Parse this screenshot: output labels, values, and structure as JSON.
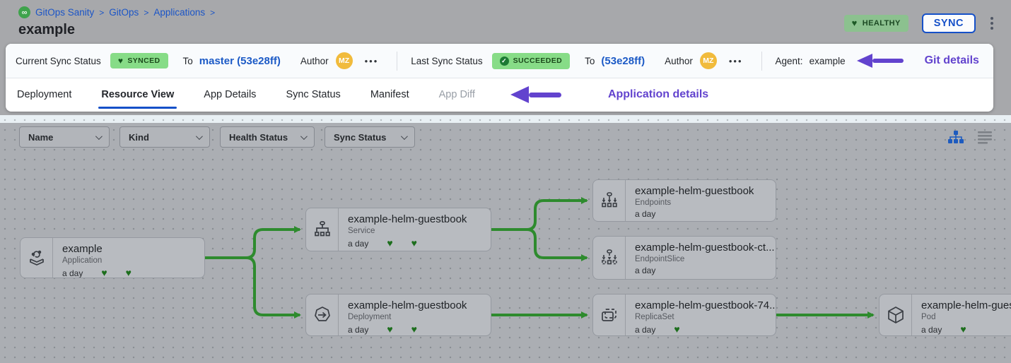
{
  "colors": {
    "accent_blue": "#1550c8",
    "link_blue": "#1c5ac6",
    "annotation_purple": "#6243ce",
    "edge_green": "#2e8b2e",
    "badge_green_bg": "#87dc87",
    "heart_green": "#1d6e1d",
    "avatar_yellow": "#f1bb3c"
  },
  "header": {
    "logo_glyph": "∞",
    "breadcrumb": {
      "items": [
        "GitOps Sanity",
        "GitOps",
        "Applications"
      ],
      "separator": ">"
    },
    "title": "example",
    "health_badge": {
      "label": "HEALTHY"
    },
    "sync_button": {
      "label": "SYNC"
    }
  },
  "status_bar": {
    "current_sync": {
      "label": "Current Sync Status",
      "status": "SYNCED",
      "to_label": "To",
      "target": "master (53e28ff)",
      "author_label": "Author",
      "author_initials": "MZ",
      "more": "•••"
    },
    "last_sync": {
      "label": "Last Sync Status",
      "status": "SUCCEEDED",
      "check_glyph": "✓",
      "to_label": "To",
      "target": "(53e28ff)",
      "author_label": "Author",
      "author_initials": "MZ",
      "more": "•••"
    },
    "agent": {
      "label": "Agent:",
      "value": "example"
    }
  },
  "annotations": {
    "git_details": "Git details",
    "application_details": "Application details"
  },
  "tabs": [
    {
      "label": "Deployment"
    },
    {
      "label": "Resource View"
    },
    {
      "label": "App Details"
    },
    {
      "label": "Sync Status"
    },
    {
      "label": "Manifest"
    },
    {
      "label": "App Diff"
    }
  ],
  "filters": [
    {
      "label": "Name"
    },
    {
      "label": "Kind"
    },
    {
      "label": "Health Status"
    },
    {
      "label": "Sync Status"
    }
  ],
  "graph": {
    "nodes": [
      {
        "name": "example",
        "kind": "Application",
        "age": "a day",
        "hearts": 2
      },
      {
        "name": "example-helm-guestbook",
        "kind": "Service",
        "age": "a day",
        "hearts": 2
      },
      {
        "name": "example-helm-guestbook",
        "kind": "Endpoints",
        "age": "a day",
        "hearts": 0
      },
      {
        "name": "example-helm-guestbook-ct...",
        "kind": "EndpointSlice",
        "age": "a day",
        "hearts": 0
      },
      {
        "name": "example-helm-guestbook",
        "kind": "Deployment",
        "age": "a day",
        "hearts": 2
      },
      {
        "name": "example-helm-guestbook-74...",
        "kind": "ReplicaSet",
        "age": "a day",
        "hearts": 1
      },
      {
        "name": "example-helm-guest",
        "kind": "Pod",
        "age": "a day",
        "hearts": 1
      }
    ]
  }
}
